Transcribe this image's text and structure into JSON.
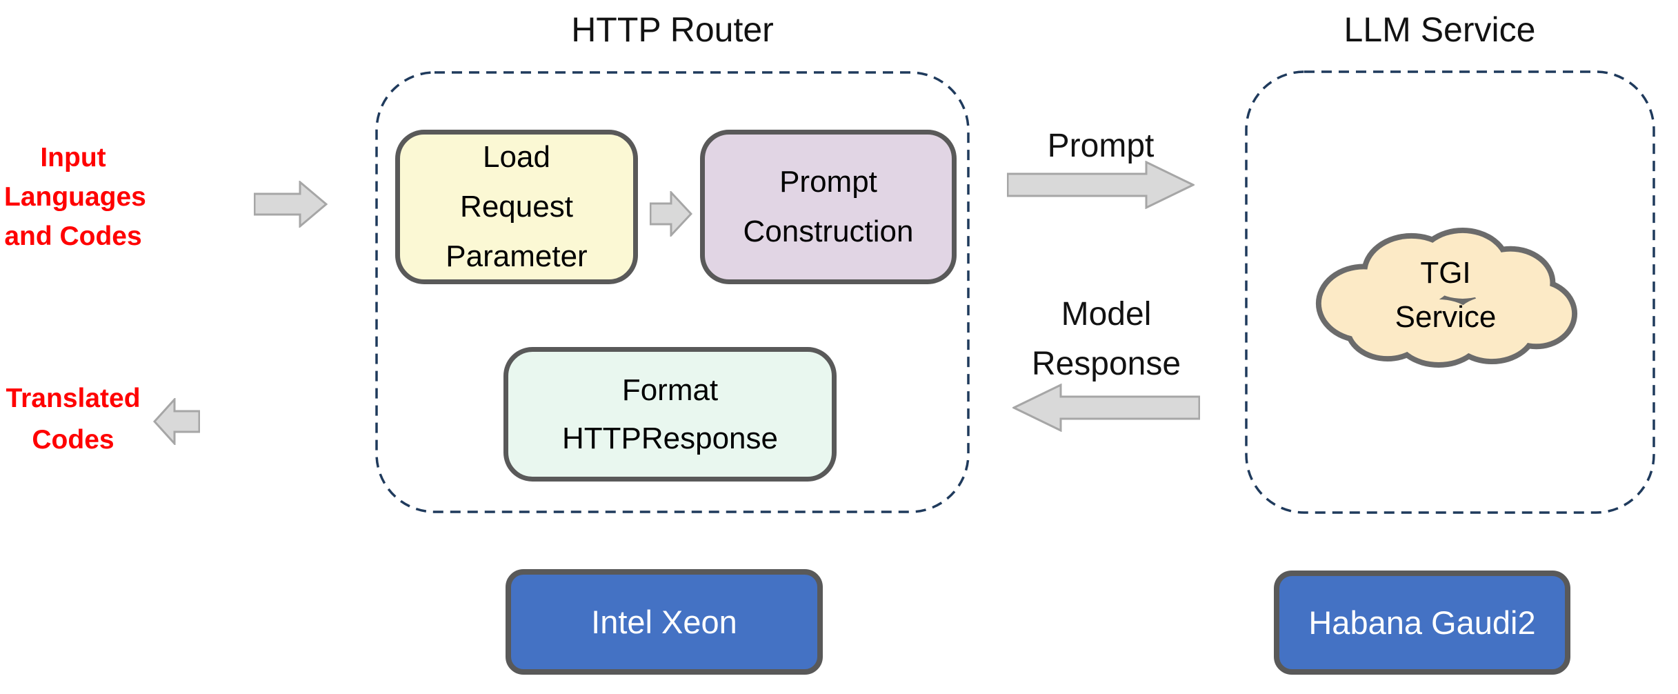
{
  "diagram": {
    "input_label": {
      "line1": "Input",
      "line2": "Languages",
      "line3": "and Codes"
    },
    "translated_label": {
      "line1": "Translated",
      "line2": "Codes"
    },
    "prompt_label": "Prompt",
    "model_response_label": {
      "line1": "Model",
      "line2": "Response"
    },
    "http_router": {
      "title": "HTTP Router",
      "load_request": {
        "line1": "Load",
        "line2": "Request",
        "line3": "Parameter"
      },
      "prompt_construction": {
        "line1": "Prompt",
        "line2": "Construction"
      },
      "format_response": {
        "line1": "Format",
        "line2": "HTTPResponse"
      },
      "hardware": "Intel Xeon"
    },
    "llm_service": {
      "title": "LLM Service",
      "cloud": {
        "line1": "TGI",
        "line2": "Service"
      },
      "hardware": "Habana Gaudi2"
    },
    "colors": {
      "red_label": "#FF0000",
      "dashed_border": "#1F3A5C",
      "node_border": "#595959",
      "load_request_fill": "#FBF8D4",
      "prompt_construction_fill": "#E1D5E4",
      "format_response_fill": "#E9F7EF",
      "cloud_fill": "#FCEAC6",
      "cloud_stroke": "#6B6B6B",
      "hardware_fill": "#4472C4",
      "hardware_text": "#FFFFFF",
      "arrow_fill": "#D9D9D9",
      "arrow_stroke": "#A6A6A6"
    }
  }
}
